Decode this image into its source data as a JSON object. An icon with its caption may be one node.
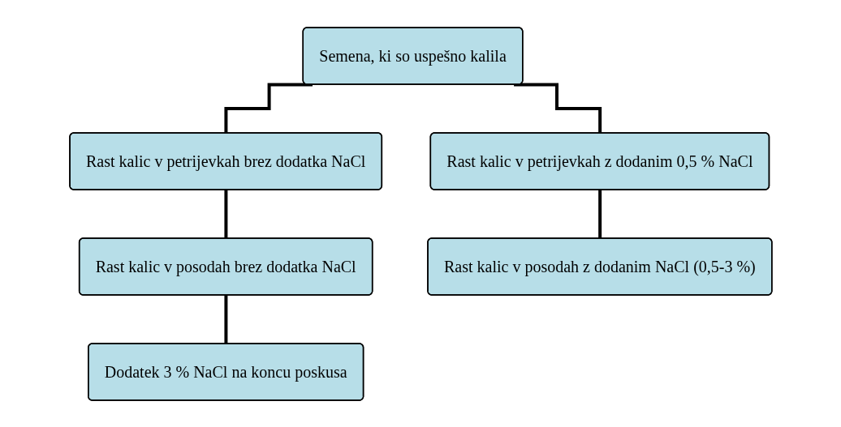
{
  "diagram": {
    "nodes": [
      {
        "text": [
          "Semena, ki so uspešno kalila"
        ]
      },
      {
        "text": [
          "Rast kalic v petrijevkah brez dodatka NaCl"
        ]
      },
      {
        "text": [
          "Rast kalic v petrijevkah z dodanim 0,5 % NaCl"
        ]
      },
      {
        "text": [
          "Rast kalic v posodah brez dodatka NaCl"
        ]
      },
      {
        "text": [
          "Rast kalic v posodah z dodanim NaCl (0,5-3 %)"
        ]
      },
      {
        "text": [
          "Dodatek 3 % NaCl na koncu poskusa"
        ]
      }
    ],
    "edges": [
      {
        "from": 0,
        "to": 1,
        "arrow": "none"
      },
      {
        "from": 0,
        "to": 2,
        "arrow": "none"
      },
      {
        "from": 1,
        "to": 3,
        "arrow": "none"
      },
      {
        "from": 2,
        "to": 4,
        "arrow": "none"
      },
      {
        "from": 3,
        "to": 5,
        "arrow": "none"
      }
    ]
  }
}
